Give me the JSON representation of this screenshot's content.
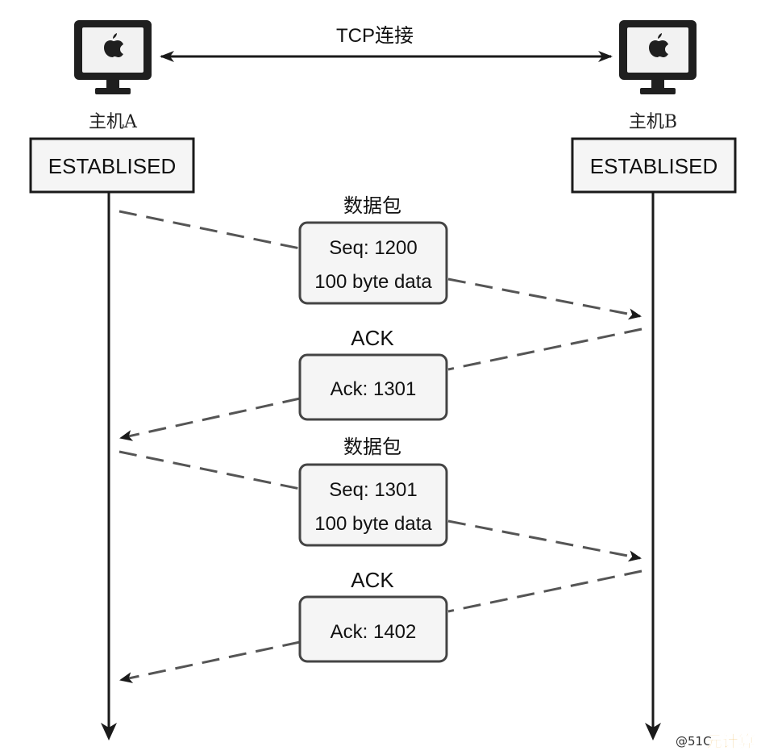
{
  "connection_label": "TCP连接",
  "hosts": [
    {
      "name": "主机A",
      "state": "ESTABLISED"
    },
    {
      "name": "主机B",
      "state": "ESTABLISED"
    }
  ],
  "messages": [
    {
      "title": "数据包",
      "lines": [
        "Seq: 1200",
        "100 byte data"
      ],
      "direction": "A-to-B"
    },
    {
      "title": "ACK",
      "lines": [
        "Ack: 1301"
      ],
      "direction": "B-to-A"
    },
    {
      "title": "数据包",
      "lines": [
        "Seq: 1301",
        "100 byte data"
      ],
      "direction": "A-to-B"
    },
    {
      "title": "ACK",
      "lines": [
        "Ack: 1402"
      ],
      "direction": "B-to-A"
    }
  ],
  "watermark": {
    "prefix": "@51C",
    "brand": "元计算"
  },
  "colors": {
    "line": "#1a1a1a",
    "dashed": "#555555",
    "box_fill": "#f5f5f5",
    "box_stroke": "#444444",
    "watermark_brand": "#e8a020"
  },
  "icons": {
    "host": "apple-computer-icon"
  }
}
